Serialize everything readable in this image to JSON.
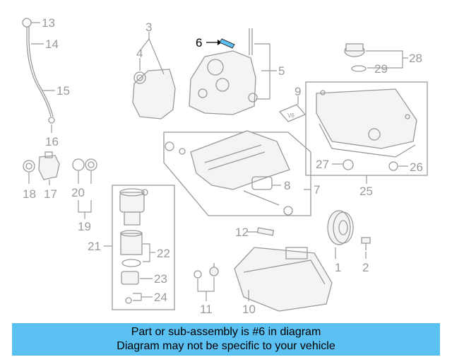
{
  "diagram": {
    "callouts": [
      "1",
      "2",
      "3",
      "4",
      "5",
      "6",
      "7",
      "8",
      "9",
      "10",
      "11",
      "12",
      "13",
      "14",
      "15",
      "16",
      "17",
      "18",
      "19",
      "20",
      "21",
      "22",
      "23",
      "24",
      "25",
      "26",
      "27",
      "28",
      "29"
    ],
    "highlighted_callout": "6",
    "emblem_text": "V6"
  },
  "banner": {
    "line1": "Part or sub-assembly is #6 in diagram",
    "line2": "Diagram may not be specific to your vehicle",
    "color": "#5bc0f2"
  },
  "colors": {
    "line_art": "#9a9a9a",
    "highlight_part": "#5bc0f2"
  }
}
